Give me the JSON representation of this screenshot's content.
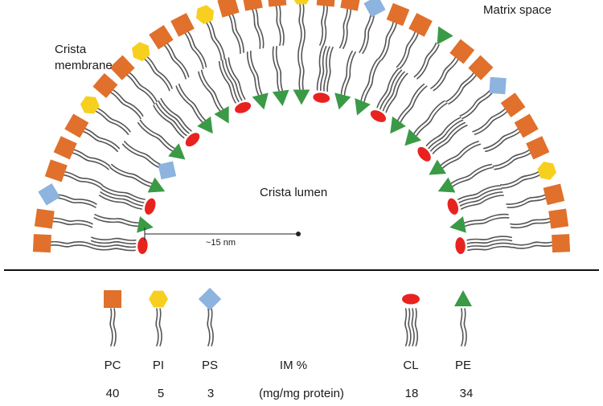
{
  "labels": {
    "matrix_space": "Matrix space",
    "crista_membrane_line1": "Crista",
    "crista_membrane_line2": "membrane",
    "crista_lumen": "Crista lumen",
    "scale": "~15 nm",
    "im_title_line1": "IM %",
    "im_title_line2": "(mg/mg  protein)"
  },
  "legend": [
    {
      "name": "PC",
      "value": "40",
      "shape": "square",
      "color": "#E0702B"
    },
    {
      "name": "PI",
      "value": "5",
      "shape": "hexagon",
      "color": "#F7CF1E"
    },
    {
      "name": "PS",
      "value": "3",
      "shape": "diamond",
      "color": "#8DB3DF"
    },
    {
      "name": "CL",
      "value": "18",
      "shape": "ellipse",
      "color": "#E8231F"
    },
    {
      "name": "PE",
      "value": "34",
      "shape": "triangle",
      "color": "#3A9A46"
    }
  ],
  "outer_leaflet_sequence": [
    "PC",
    "PC",
    "PS",
    "PC",
    "PC",
    "PC",
    "PI",
    "PC",
    "PC",
    "PI",
    "PC",
    "PC",
    "PI",
    "PC",
    "PC",
    "PC",
    "PI",
    "PC",
    "PC",
    "PS",
    "PC",
    "PC",
    "PE",
    "PC",
    "PC",
    "PS",
    "PC",
    "PC",
    "PC",
    "PI",
    "PC",
    "PC",
    "PC"
  ],
  "inner_leaflet_sequence": [
    "CL",
    "PE",
    "CL",
    "PE",
    "PS",
    "PE",
    "CL",
    "PE",
    "PE",
    "CL",
    "PE",
    "PE",
    "PE",
    "CL",
    "PE",
    "PE",
    "CL",
    "PE",
    "PE",
    "CL",
    "PE",
    "PE",
    "CL",
    "PE",
    "CL"
  ],
  "colors": {
    "PC": "#E0702B",
    "PI": "#F7CF1E",
    "PS": "#8DB3DF",
    "CL": "#E8231F",
    "PE": "#3A9A46",
    "tail": "#555555",
    "baseline": "#111111"
  }
}
